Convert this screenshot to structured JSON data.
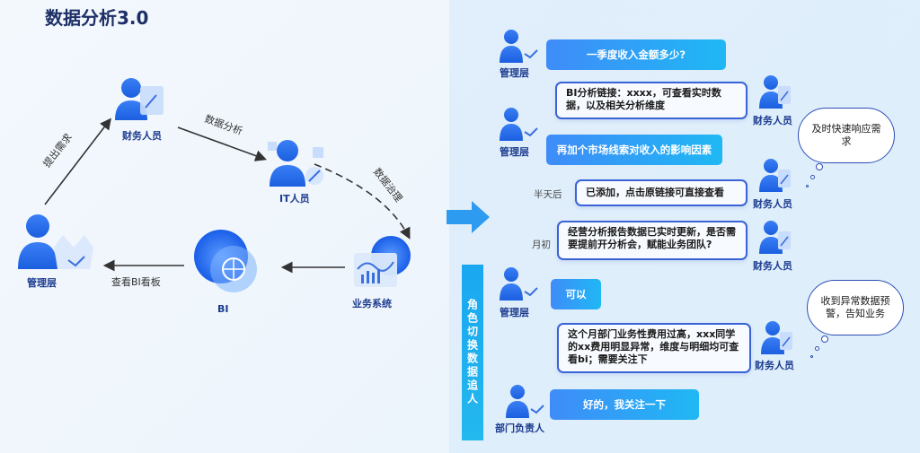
{
  "title": "数据分析3.0",
  "left": {
    "roles": {
      "finance": "财务人员",
      "it": "IT人员",
      "manager": "管理层",
      "bi": "BI",
      "biz": "业务系统"
    },
    "edges": {
      "raise": "提出需求",
      "analysis": "数据分析",
      "governance": "数据治理",
      "board": "查看BI看板"
    }
  },
  "vbar": "角色切换数据追人",
  "chat": {
    "r1": {
      "role": "管理层",
      "text": "一季度收入金额多少?"
    },
    "r2": {
      "role": "财务人员",
      "text": "BI分析链接：xxxx，可查看实时数据，以及相关分析维度"
    },
    "r3": {
      "role": "管理层",
      "text": "再加个市场线索对收入的影响因素"
    },
    "r4": {
      "role": "财务人员",
      "time": "半天后",
      "text": "已添加，点击原链接可直接查看"
    },
    "r5": {
      "role": "财务人员",
      "time": "月初",
      "text": "经营分析报告数据已实时更新，是否需要提前开分析会，赋能业务团队?"
    },
    "r6": {
      "role": "管理层",
      "text": "可以"
    },
    "r7": {
      "role": "财务人员",
      "text": "这个月部门业务性费用过高，xxx同学的xx费用明显异常，维度与明细均可查看bi；需要关注下"
    },
    "r8": {
      "role": "部门负责人",
      "text": "好的，我关注一下"
    }
  },
  "clouds": {
    "c1": "及时快速响应需求",
    "c2": "收到异常数据预警，告知业务"
  }
}
